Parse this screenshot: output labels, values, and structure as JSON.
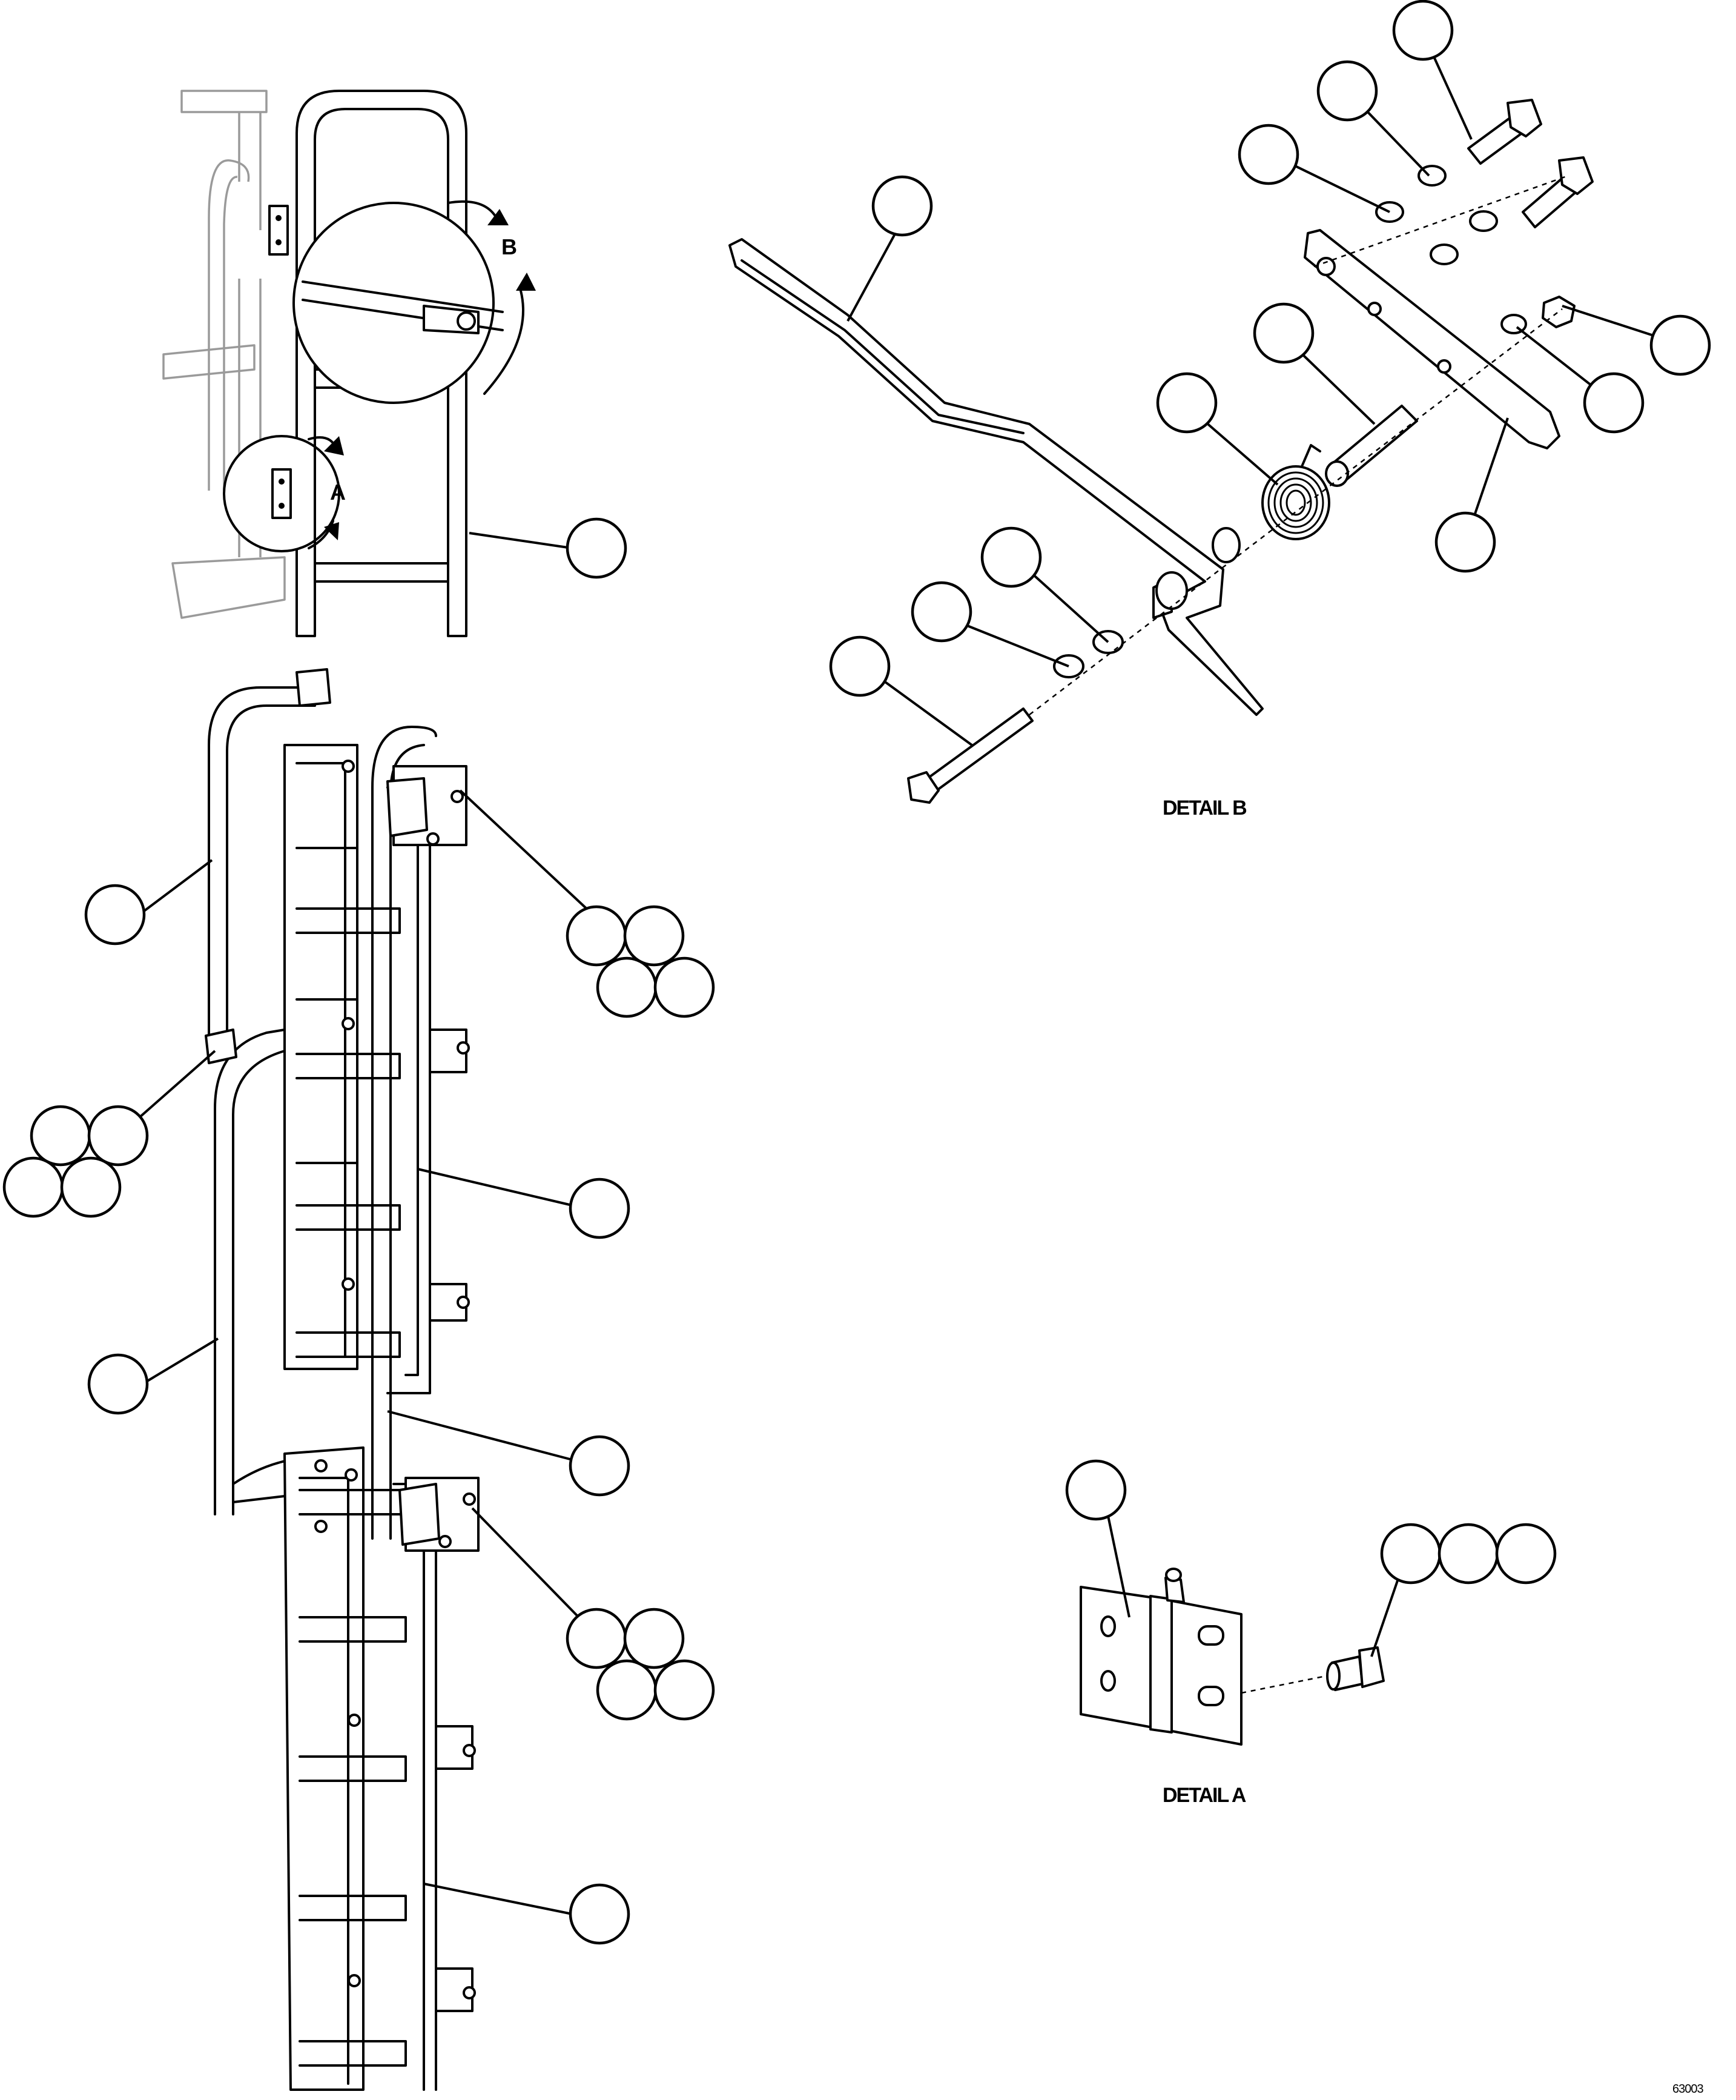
{
  "detail_labels": {
    "a_marker": "A",
    "b_marker": "B",
    "detail_b_caption": "DETAIL B",
    "detail_a_caption": "DETAIL A"
  },
  "drawing_code": "63003"
}
